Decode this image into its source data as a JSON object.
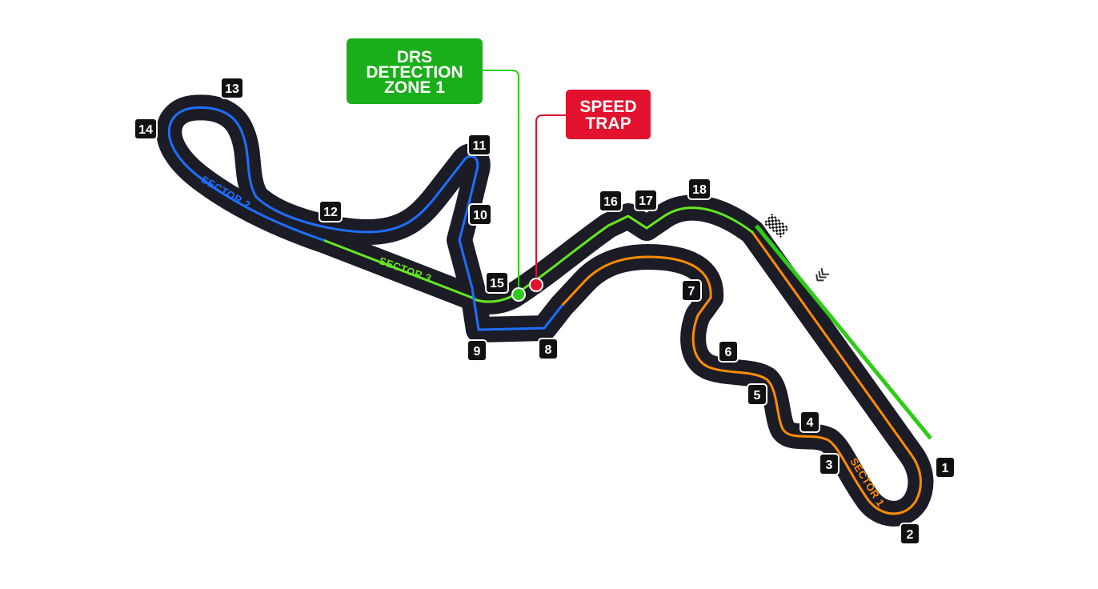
{
  "colors": {
    "track": "#1c1c26",
    "sector1": "#ff8c00",
    "sector2": "#1e6fff",
    "sector3": "#66e622",
    "drs": "#1aae1a",
    "drs_zone": "#2ecc17",
    "speed_trap": "#e2112e"
  },
  "callouts": {
    "drs": {
      "lines": [
        "DRS",
        "DETECTION",
        "ZONE 1"
      ]
    },
    "speed_trap": {
      "lines": [
        "SPEED",
        "TRAP"
      ]
    }
  },
  "sectors": {
    "s1": "SECTOR 1",
    "s2": "SECTOR 2",
    "s3": "SECTOR 3"
  },
  "corners": [
    "1",
    "2",
    "3",
    "4",
    "5",
    "6",
    "7",
    "8",
    "9",
    "10",
    "11",
    "12",
    "13",
    "14",
    "15",
    "16",
    "17",
    "18"
  ],
  "icons": {
    "start_finish": "checkered-flag-icon",
    "direction": "direction-chevron-icon"
  }
}
